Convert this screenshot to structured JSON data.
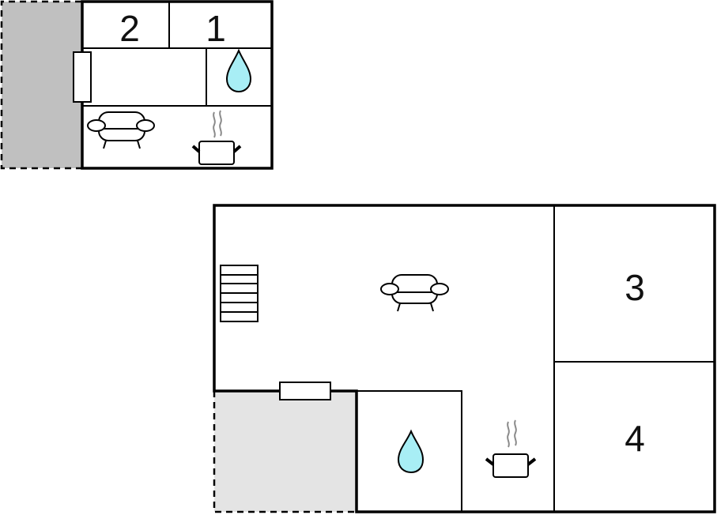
{
  "colors": {
    "wall": "#000000",
    "terrace_upper": "#c0c0c0",
    "terrace_lower": "#e4e4e4",
    "water": "#a8eef5",
    "steam": "#8a8a8a",
    "background": "#ffffff"
  },
  "upper_floor": {
    "rooms": [
      {
        "label": "2"
      },
      {
        "label": "1"
      }
    ],
    "icons": [
      "water-drop",
      "armchair",
      "cooking-pot"
    ],
    "terrace": "dashed"
  },
  "lower_floor": {
    "rooms": [
      {
        "label": "3"
      },
      {
        "label": "4"
      }
    ],
    "icons": [
      "stairs",
      "armchair",
      "water-drop",
      "cooking-pot"
    ],
    "terrace": "dashed"
  }
}
